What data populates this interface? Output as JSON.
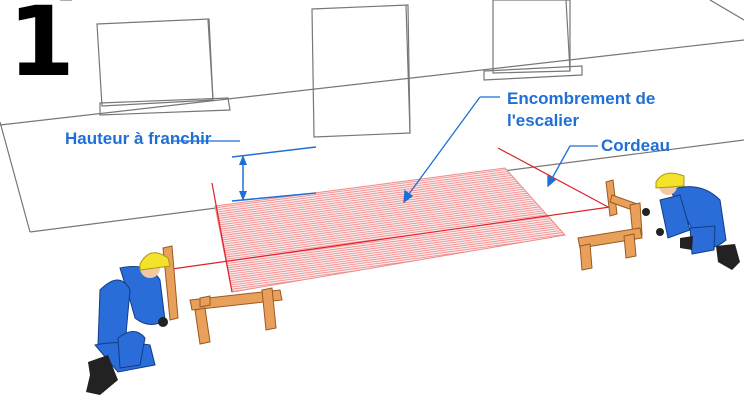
{
  "step_number": "1",
  "labels": {
    "hauteur": "Hauteur à franchir",
    "encombrement": "Encombrement de\nl'escalier",
    "cordeau": "Cordeau"
  },
  "colors": {
    "label_blue": "#1f6fd6",
    "string_red": "#e0202a",
    "footprint_red": "#f08a8a",
    "wood": "#e8a05a",
    "wood_dark": "#9a5a22",
    "worker_blue": "#2a6cd8",
    "helmet_yellow": "#f3e12a",
    "outline_gray": "#777777"
  }
}
